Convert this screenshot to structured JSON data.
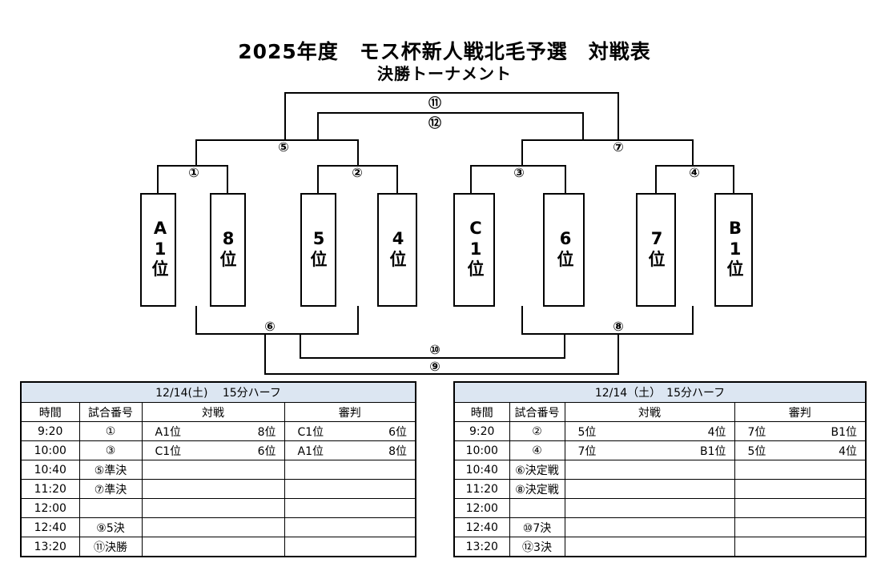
{
  "header": {
    "title": "2025年度　モス杯新人戦北毛予選　対戦表",
    "subtitle": "決勝トーナメント"
  },
  "bracket": {
    "teams": [
      "A\n1\n位",
      "8\n位",
      "5\n位",
      "4\n位",
      "C\n1\n位",
      "6\n位",
      "7\n位",
      "B\n1\n位"
    ],
    "match_labels": {
      "m1": "①",
      "m2": "②",
      "m3": "③",
      "m4": "④",
      "m5": "⑤",
      "m6": "⑥",
      "m7": "⑦",
      "m8": "⑧",
      "m9": "⑨",
      "m10": "⑩",
      "m11": "⑪",
      "m12": "⑫"
    }
  },
  "schedule_left": {
    "header": "12/14(土)　 15分ハーフ",
    "columns": {
      "time": "時間",
      "match_no": "試合番号",
      "match": "対戦",
      "referee": "審判"
    },
    "rows": [
      {
        "time": "9:20",
        "no": "①",
        "t1": "A1位",
        "t2": "8位",
        "r1": "C1位",
        "r2": "6位"
      },
      {
        "time": "10:00",
        "no": "③",
        "t1": "C1位",
        "t2": "6位",
        "r1": "A1位",
        "r2": "8位"
      },
      {
        "time": "10:40",
        "no": "⑤準決",
        "t1": "",
        "t2": "",
        "r1": "",
        "r2": ""
      },
      {
        "time": "11:20",
        "no": "⑦準決",
        "t1": "",
        "t2": "",
        "r1": "",
        "r2": ""
      },
      {
        "time": "12:00",
        "no": "",
        "t1": "",
        "t2": "",
        "r1": "",
        "r2": ""
      },
      {
        "time": "12:40",
        "no": "⑨5決",
        "t1": "",
        "t2": "",
        "r1": "",
        "r2": ""
      },
      {
        "time": "13:20",
        "no": "⑪決勝",
        "t1": "",
        "t2": "",
        "r1": "",
        "r2": ""
      }
    ]
  },
  "schedule_right": {
    "header": "12/14（土）　15分ハーフ",
    "columns": {
      "time": "時間",
      "match_no": "試合番号",
      "match": "対戦",
      "referee": "審判"
    },
    "rows": [
      {
        "time": "9:20",
        "no": "②",
        "t1": "5位",
        "t2": "4位",
        "r1": "7位",
        "r2": "B1位"
      },
      {
        "time": "10:00",
        "no": "④",
        "t1": "7位",
        "t2": "B1位",
        "r1": "5位",
        "r2": "4位"
      },
      {
        "time": "10:40",
        "no": "⑥決定戦",
        "t1": "",
        "t2": "",
        "r1": "",
        "r2": ""
      },
      {
        "time": "11:20",
        "no": "⑧決定戦",
        "t1": "",
        "t2": "",
        "r1": "",
        "r2": ""
      },
      {
        "time": "12:00",
        "no": "",
        "t1": "",
        "t2": "",
        "r1": "",
        "r2": ""
      },
      {
        "time": "12:40",
        "no": "⑩7決",
        "t1": "",
        "t2": "",
        "r1": "",
        "r2": ""
      },
      {
        "time": "13:20",
        "no": "⑫3決",
        "t1": "",
        "t2": "",
        "r1": "",
        "r2": ""
      }
    ]
  }
}
